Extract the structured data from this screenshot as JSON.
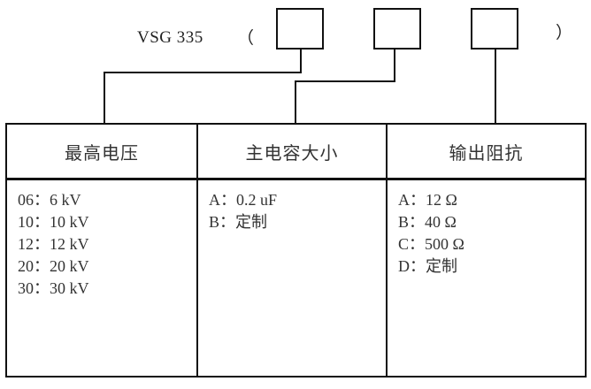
{
  "model": {
    "prefix": "VSG 335",
    "open_paren": "（",
    "close_paren": "）",
    "slots": [
      "code-slot-1",
      "code-slot-2",
      "code-slot-3"
    ]
  },
  "columns": [
    {
      "header": "最高电压",
      "items": [
        "06：6 kV",
        "10：10 kV",
        "12：12 kV",
        "20：20 kV",
        "30：30 kV"
      ]
    },
    {
      "header": "主电容大小",
      "items": [
        "A：0.2 uF",
        "B：定制"
      ]
    },
    {
      "header": "输出阻抗",
      "items": [
        "A：12 Ω",
        "B：40 Ω",
        "C：500 Ω",
        "D：定制"
      ]
    }
  ],
  "colors": {
    "line": "#111111",
    "text": "#333333",
    "background": "#ffffff"
  }
}
